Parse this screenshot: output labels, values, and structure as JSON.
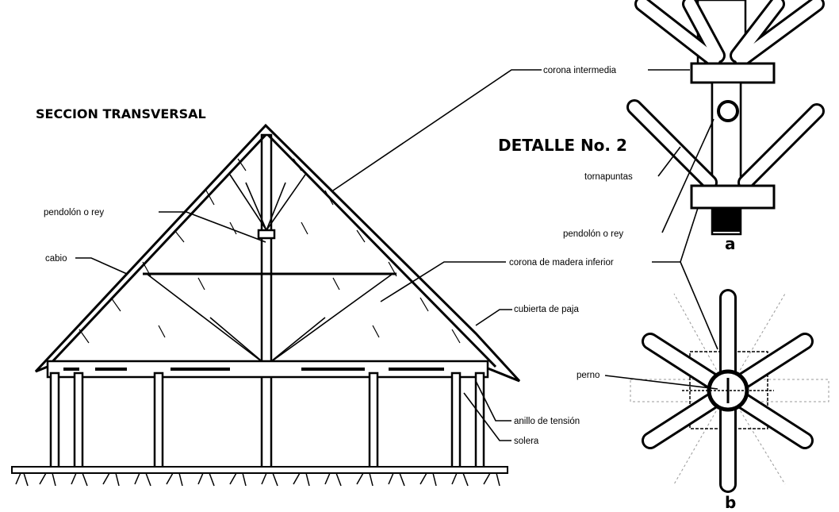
{
  "section_title": "SECCION TRANSVERSAL",
  "detail_title": "DETALLE No. 2",
  "labels": {
    "corona_intermedia": "corona intermedia",
    "tornapuntas": "tornapuntas",
    "pendolon_right": "pendolón o rey",
    "pendolon_left": "pendolón o rey",
    "cabio": "cabio",
    "corona_inferior": "corona de madera inferior",
    "cubierta": "cubierta de paja",
    "perno": "perno",
    "anillo": "anillo de tensión",
    "solera": "solera",
    "detail_a": "a",
    "detail_b": "b"
  }
}
